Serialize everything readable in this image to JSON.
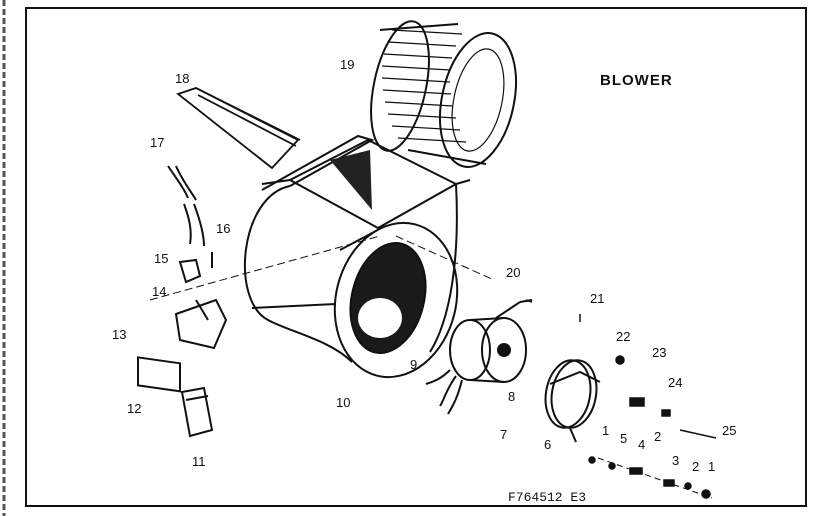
{
  "title": "BLOWER",
  "drawing_code": "F764512   E3",
  "labels": {
    "l1a": "1",
    "l1b": "1",
    "l2a": "2",
    "l2b": "2",
    "l3": "3",
    "l4": "4",
    "l5": "5",
    "l6": "6",
    "l7": "7",
    "l8": "8",
    "l9": "9",
    "l10": "10",
    "l11": "11",
    "l12": "12",
    "l13": "13",
    "l14": "14",
    "l15": "15",
    "l16": "16",
    "l17": "17",
    "l18": "18",
    "l19": "19",
    "l20": "20",
    "l21": "21",
    "l22": "22",
    "l23": "23",
    "l24": "24",
    "l25": "25"
  }
}
